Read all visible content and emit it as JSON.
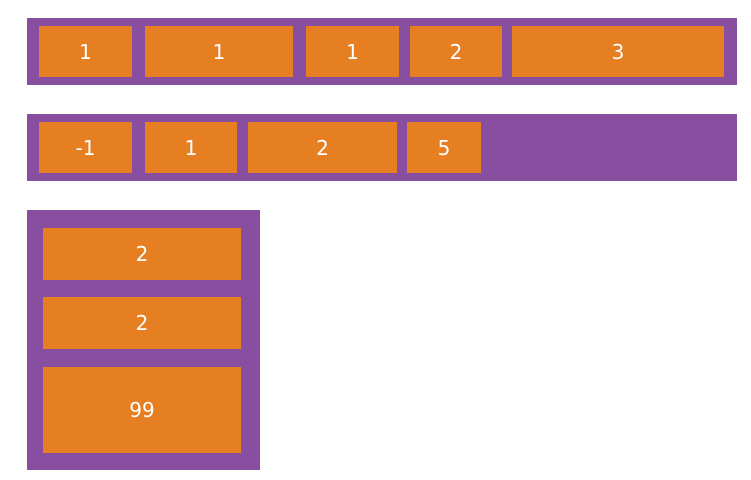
{
  "colors": {
    "container": "#884ea0",
    "item": "#e67e22",
    "text": "#ffffff",
    "background": "#ffffff"
  },
  "rows": [
    {
      "items": [
        "1",
        "1",
        "1",
        "2",
        "3"
      ]
    },
    {
      "items": [
        "-1",
        "1",
        "2",
        "5"
      ]
    }
  ],
  "column": {
    "items": [
      "2",
      "2",
      "99"
    ]
  }
}
